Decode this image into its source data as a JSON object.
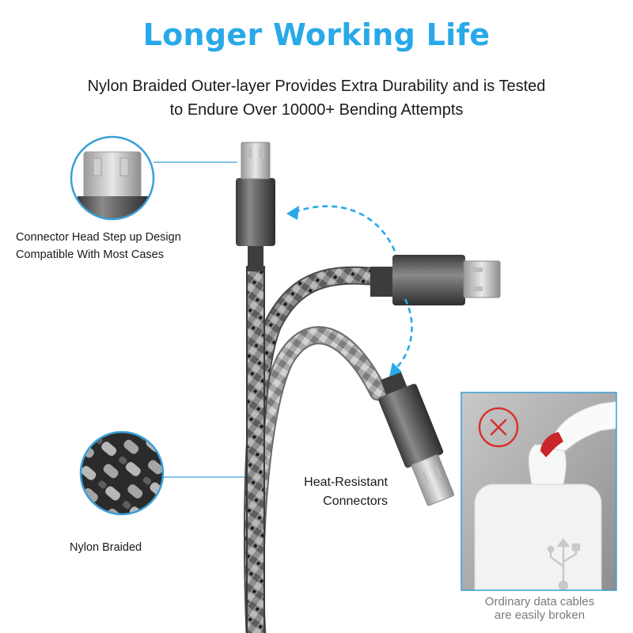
{
  "headline": "Longer Working Life",
  "subline": {
    "line1": "Nylon Braided Outer-layer Provides Extra Durability and is Tested",
    "line2": "to Endure Over 10000+ Bending Attempts"
  },
  "callouts": {
    "connector_line1": "Connector Head Step up Design",
    "connector_line2": "Compatible With Most Cases",
    "braided": "Nylon Braided",
    "heat_line1": "Heat-Resistant",
    "heat_line2": "Connectors",
    "ordinary_line1": "Ordinary data cables",
    "ordinary_line2": "are easily broken"
  },
  "icons": {
    "forbidden": "x-circle-icon",
    "usb": "usb-icon",
    "bend_arrow": "curved-arrow-icon"
  },
  "colors": {
    "accent": "#28a9e8",
    "warning": "#d8322c",
    "callout_line": "#3a9fd8"
  }
}
